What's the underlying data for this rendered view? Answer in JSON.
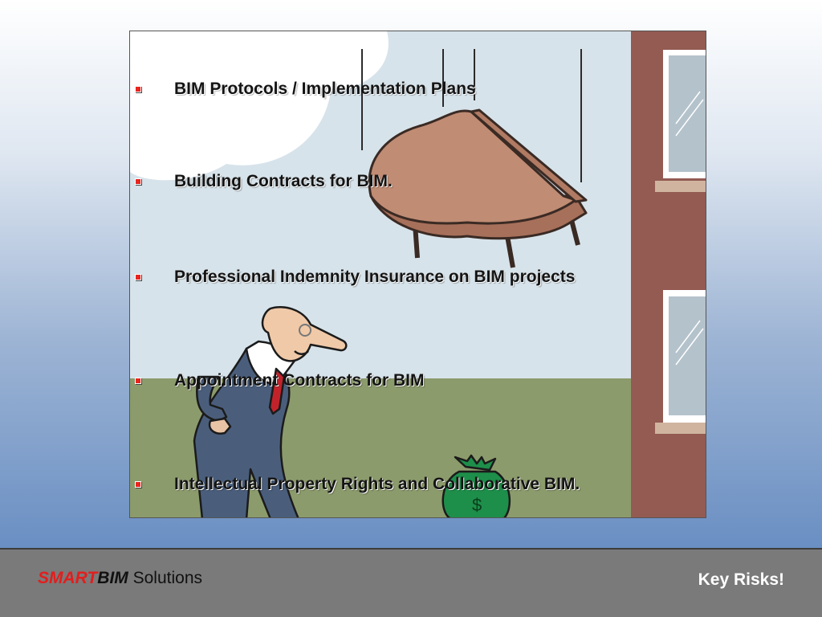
{
  "slide": {
    "bullets": [
      "BIM Protocols / Implementation Plans",
      "Building Contracts for BIM.",
      "Professional Indemnity Insurance on BIM projects",
      "Appointment Contracts for BIM",
      "Intellectual Property Rights and Collaborative BIM."
    ],
    "bullet_color": "#e8251f",
    "illustration": {
      "money_bag_symbol": "$",
      "elements": [
        "falling-piano",
        "businessman",
        "money-bag",
        "brick-building",
        "windows",
        "cloud"
      ]
    }
  },
  "footer": {
    "brand_smart": "SMART",
    "brand_bim": "BIM",
    "brand_solutions": "Solutions",
    "title": "Key Risks!"
  },
  "colors": {
    "brand_red": "#e31d1d",
    "footer_bg": "#7a7a7a",
    "brick": "#935b52",
    "grass": "#8c9b6c",
    "sky": "#d7e3ea"
  }
}
